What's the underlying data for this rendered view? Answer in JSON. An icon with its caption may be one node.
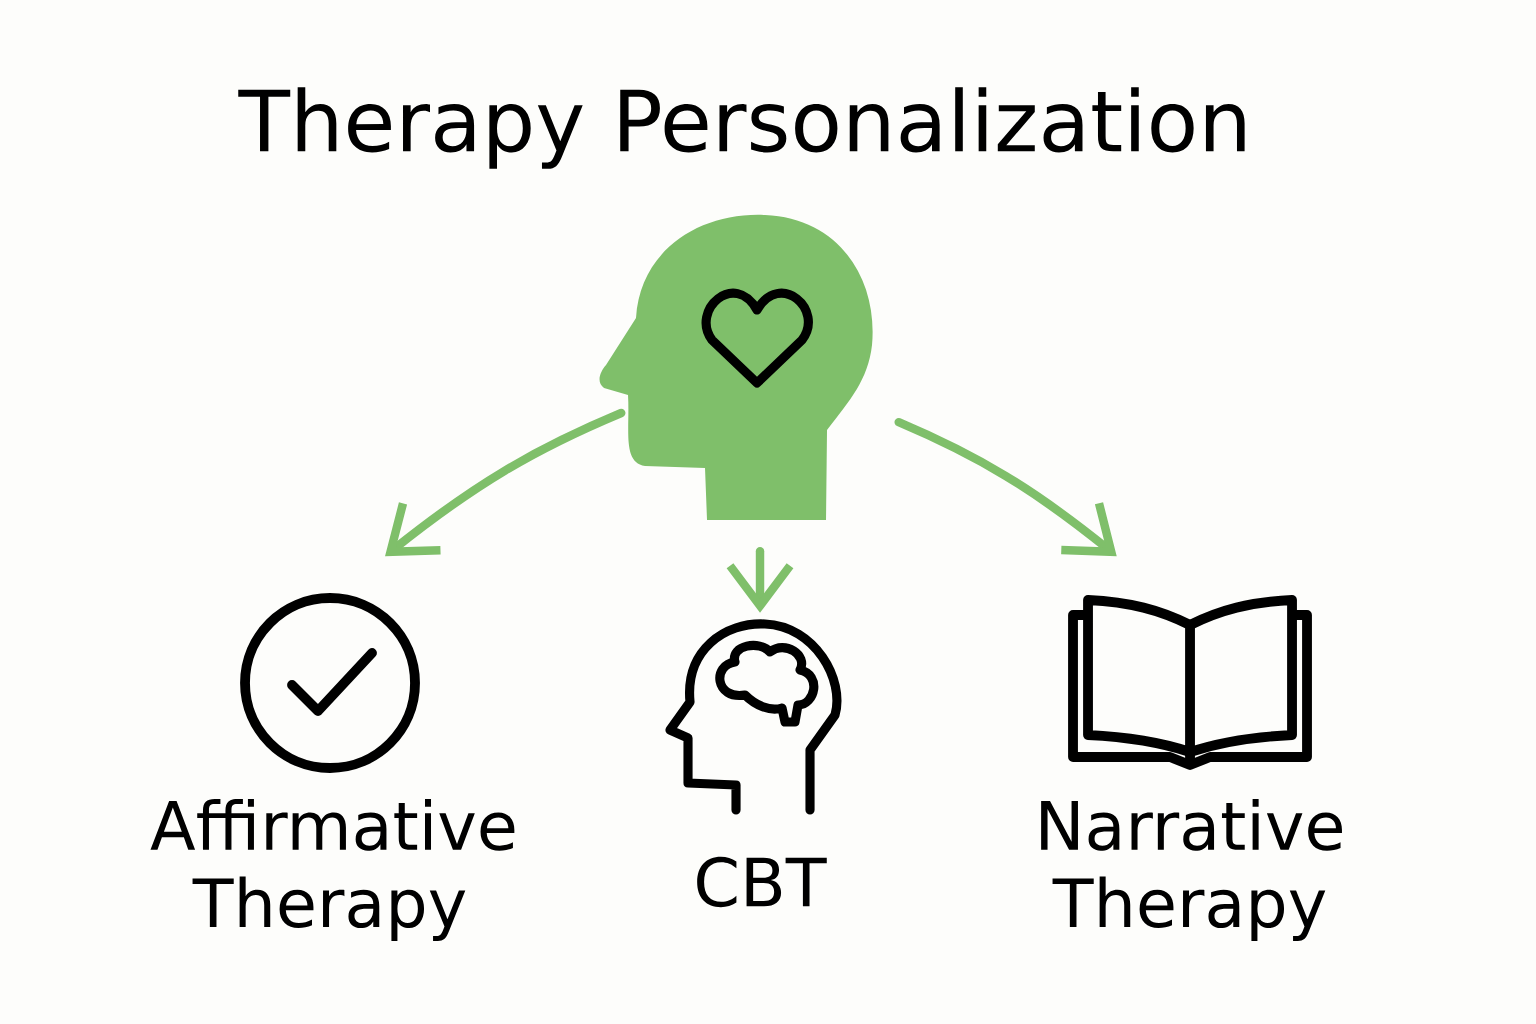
{
  "diagram": {
    "title": "Therapy Personalization",
    "nodes": [
      {
        "text": [],
        "shape": "picture"
      },
      {
        "text": [
          "Affirmative Therapy"
        ]
      },
      {
        "text": [
          "CBT"
        ]
      },
      {
        "text": [
          "Narrative Therapy"
        ]
      }
    ],
    "edges": [
      {
        "from": 0,
        "to": 1,
        "arrow": "to"
      },
      {
        "from": 0,
        "to": 2,
        "arrow": "to"
      },
      {
        "from": 0,
        "to": 3,
        "arrow": "to"
      }
    ]
  }
}
